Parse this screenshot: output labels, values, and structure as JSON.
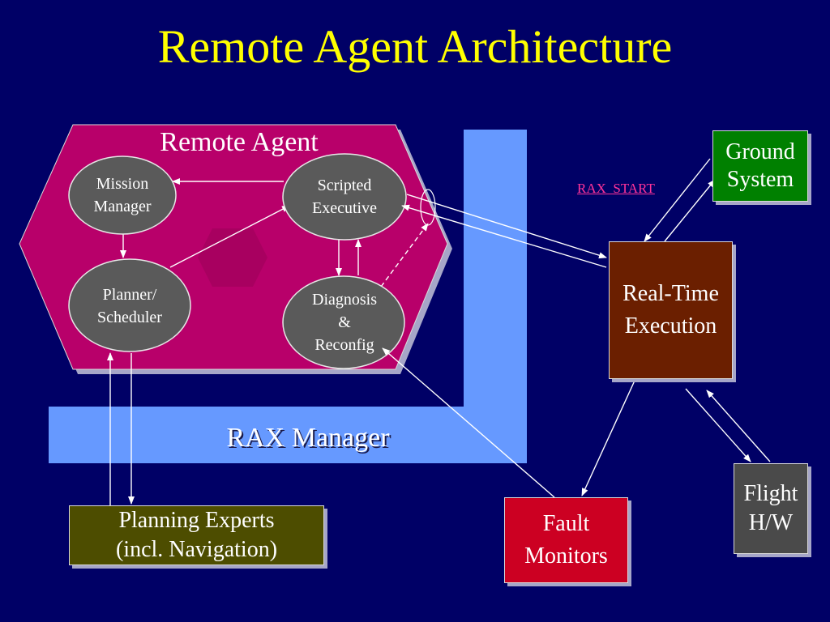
{
  "slide": {
    "title": "Remote Agent Architecture"
  },
  "remote_agent": {
    "label": "Remote Agent",
    "nodes": {
      "mission_manager": "Mission\nManager",
      "scripted_executive": "Scripted\nExecutive",
      "planner_scheduler": "Planner/\nScheduler",
      "diagnosis_reconfig": "Diagnosis\n&\nReconfig"
    }
  },
  "rax_manager": {
    "label": "RAX Manager"
  },
  "rax_start": {
    "label": "RAX_START"
  },
  "boxes": {
    "ground_system": "Ground\nSystem",
    "real_time_execution": "Real-Time\nExecution",
    "flight_hw": "Flight\nH/W",
    "fault_monitors": "Fault\nMonitors",
    "planning_experts": "Planning Experts\n(incl. Navigation)"
  },
  "colors": {
    "background": "#000066",
    "title": "#ffff00",
    "remote_agent_fill": "#b8006a",
    "rax_band": "#6699ff",
    "ground_system": "#008000",
    "real_time_execution": "#6b1f00",
    "flight_hw": "#4a4a4a",
    "fault_monitors": "#cc0022",
    "planning_experts": "#4d4d00",
    "rax_start": "#ff3399"
  }
}
